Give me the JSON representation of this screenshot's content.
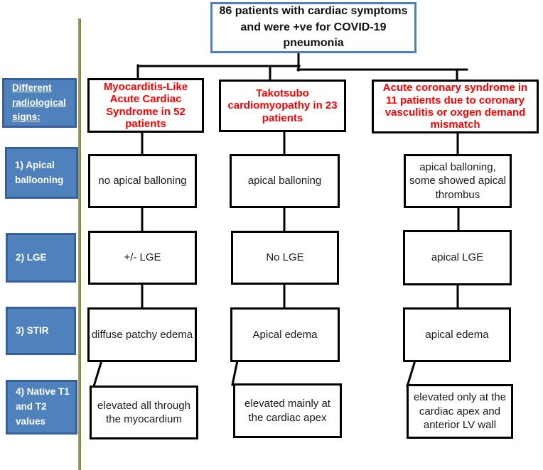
{
  "figure": {
    "root": "86 patients with cardiac symptoms and were +ve for COVID-19 pneumonia"
  },
  "sidebar": {
    "heading": "Different radiological signs:"
  },
  "columns": [
    {
      "header": "Myocarditis-Like Acute Cardiac Syndrome in 52 patients"
    },
    {
      "header": "Takotsubo cardiomyopathy in 23 patients"
    },
    {
      "header": "Acute coronary syndrome in 11 patients due to coronary vasculitis or oxgen demand mismatch"
    }
  ],
  "rows": [
    {
      "sign": "1) Apical ballooning",
      "cells": [
        "no apical balloning",
        "apical balloning",
        "apical balloning, some showed apical thrombus"
      ]
    },
    {
      "sign": "2) LGE",
      "cells": [
        "+/- LGE",
        "No LGE",
        "apical LGE"
      ]
    },
    {
      "sign": "3) STIR",
      "cells": [
        "diffuse patchy edema",
        "Apical edema",
        "apical edema"
      ]
    },
    {
      "sign": "4) Native T1 and T2 values",
      "cells": [
        "elevated all through the myocardium",
        "elevated mainly at the cardiac apex",
        "elevated only at the cardiac apex and anterior LV wall"
      ]
    }
  ],
  "colors": {
    "background": "#ffffff",
    "sidebar_fill": "#4f81bd",
    "sidebar_border": "#38619b",
    "sidebar_text": "#ffffff",
    "root_box_border": "#4f81bd",
    "header_text_red": "#fe0000",
    "node_border": "#000000",
    "divider_olive": "#8f8a4c"
  }
}
